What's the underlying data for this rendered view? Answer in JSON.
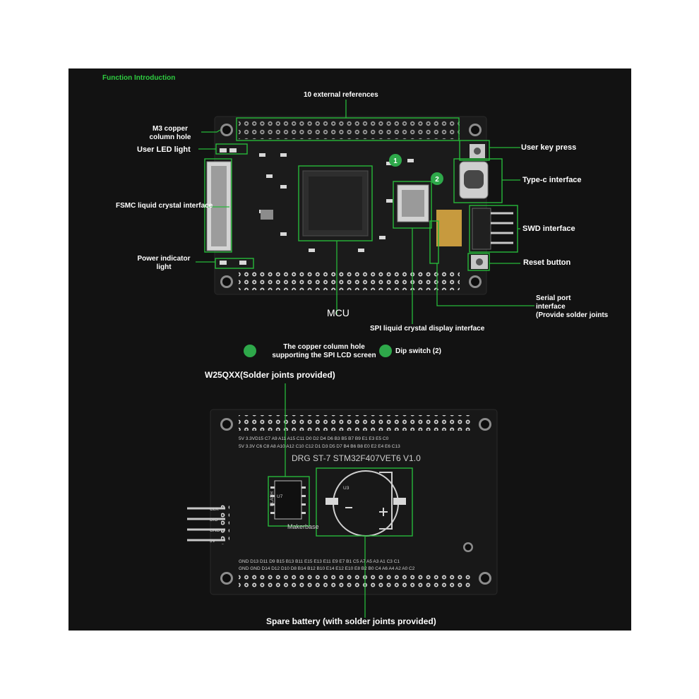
{
  "labels": {
    "function_intro": "Function Introduction",
    "ext_refs": "10 external references",
    "m3_hole_line1": "M3 copper",
    "m3_hole_line2": "column hole",
    "user_led": "User LED light",
    "fsmc": "FSMC liquid crystal interface",
    "power_line1": "Power indicator",
    "power_line2": "light",
    "mcu": "MCU",
    "spi_lcd": "SPI liquid crystal display interface",
    "user_key": "User key press",
    "type_c": "Type-c interface",
    "swd": "SWD interface",
    "reset": "Reset button",
    "serial_line1": "Serial port",
    "serial_line2": "interface",
    "serial_line3": "(Provide solder joints",
    "w25qxx": "W25QXX(Solder joints provided)",
    "spare_battery": "Spare battery (with solder joints provided)"
  },
  "notes": [
    {
      "number": "1",
      "line1": "The copper column hole",
      "line2": "supporting the SPI LCD screen"
    },
    {
      "number": "2",
      "line1": "Dip switch (2)",
      "line2": ""
    }
  ],
  "board_bottom": {
    "model": "DRG ST-7 STM32F407VET6 V1.0",
    "brand": "Makerbase",
    "flash": "FLASH",
    "u7": "U7",
    "u3": "U3",
    "top_row1": "5V 3.3VD15 C7 A9 A11 A15 C11 D0 D2 D4 D6 B3 B5 B7 B9 E1 E3 E5 C0",
    "top_row2": "5V 3.3V C6 C8 A8 A10 A12 C10 C12 D1 D3 D5 D7 B4 B6 B8 E0 E2 E4 E6 C13",
    "bottom_row1": "GND D13 D11 D9 B15 B13 B11 E15 E13 E11 E9 E7 B1 C5 A7 A5 A3 A1 C3 C1",
    "bottom_row2": "GND GND D14 D12 D10 D8 B14 B12 B10 E14 E12 E10 E8 B2 B0 C4 A6 A4 A2 A0 C2",
    "swd_pins": [
      "CLK",
      "DIO",
      "GND",
      "5V"
    ]
  },
  "colors": {
    "accent": "#2ecc40",
    "background": "#121212",
    "pcb": "#151515"
  }
}
